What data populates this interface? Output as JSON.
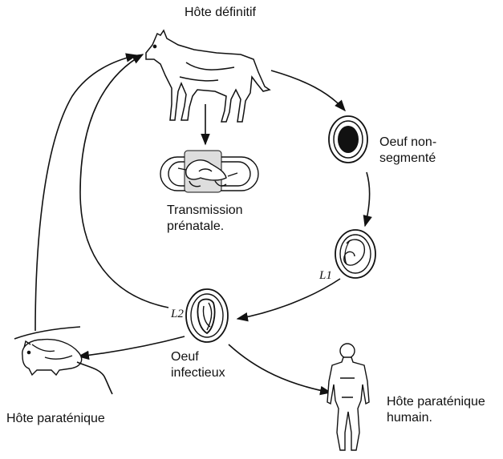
{
  "title": "Hôte définitif",
  "labels": {
    "egg_unsegmented": [
      "Oeuf non-",
      "segmenté"
    ],
    "prenatal": [
      "Transmission",
      "prénatale."
    ],
    "egg_infective": [
      "Oeuf",
      "infectieux"
    ],
    "paratenic_host": "Hôte paraténique",
    "human_paratenic_host": [
      "Hôte paraténique",
      "humain."
    ]
  },
  "stage_tags": {
    "larva1": "L1",
    "larva2": "L2"
  },
  "icons": {
    "definitive_host": "dog-icon",
    "fetus_in_uterus": "puppy-in-uterus-icon",
    "egg_unsegmented": "egg-unsegmented-icon",
    "egg_l1": "egg-l1-larva-icon",
    "egg_l2": "egg-l2-larva-icon",
    "rodent": "mouse-icon",
    "human": "human-figure-icon"
  },
  "colors": {
    "ink": "#111111",
    "background": "#ffffff"
  }
}
